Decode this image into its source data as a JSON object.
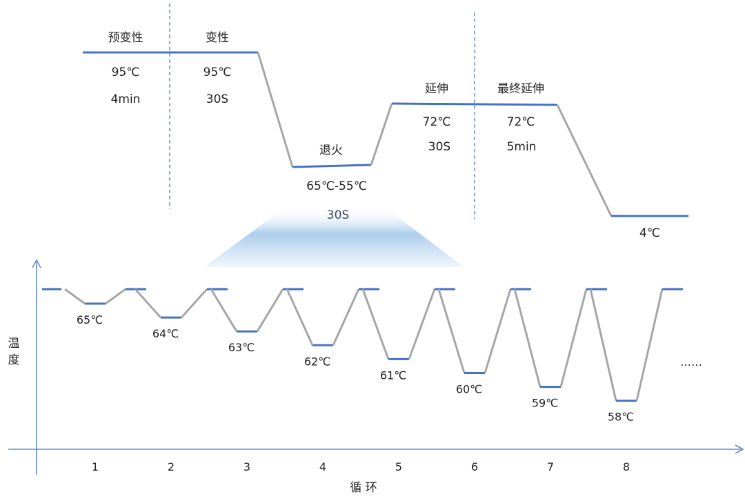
{
  "colors": {
    "hold": "#4472c4",
    "ramp": "#a6a6a6",
    "divider": "#4472c4",
    "axis": "#4472c4",
    "glow": "#9cc3e8",
    "text": "#222222",
    "dots": "#333333"
  },
  "profile": {
    "stages": {
      "predenature": {
        "name": "预变性",
        "temp": "95℃",
        "time": "4min"
      },
      "denature": {
        "name": "变性",
        "temp": "95℃",
        "time": "30S"
      },
      "anneal": {
        "name": "退火",
        "temp": "65℃-55℃",
        "time": "30S"
      },
      "extend": {
        "name": "延伸",
        "temp": "72℃",
        "time": "30S"
      },
      "final_extend": {
        "name": "最终延伸",
        "temp": "72℃",
        "time": "5min"
      },
      "hold": {
        "temp": "4℃"
      }
    }
  },
  "touchdown": {
    "y_label": "温度",
    "x_label": "循 环",
    "cycles": [
      {
        "cycle": "1",
        "anneal_temp": "65℃",
        "anneal_value": 65
      },
      {
        "cycle": "2",
        "anneal_temp": "64℃",
        "anneal_value": 64
      },
      {
        "cycle": "3",
        "anneal_temp": "63℃",
        "anneal_value": 63
      },
      {
        "cycle": "4",
        "anneal_temp": "62℃",
        "anneal_value": 62
      },
      {
        "cycle": "5",
        "anneal_temp": "61℃",
        "anneal_value": 61
      },
      {
        "cycle": "6",
        "anneal_temp": "60℃",
        "anneal_value": 60
      },
      {
        "cycle": "7",
        "anneal_temp": "59℃",
        "anneal_value": 59
      },
      {
        "cycle": "8",
        "anneal_temp": "58℃",
        "anneal_value": 58
      }
    ],
    "ellipsis": "……"
  }
}
